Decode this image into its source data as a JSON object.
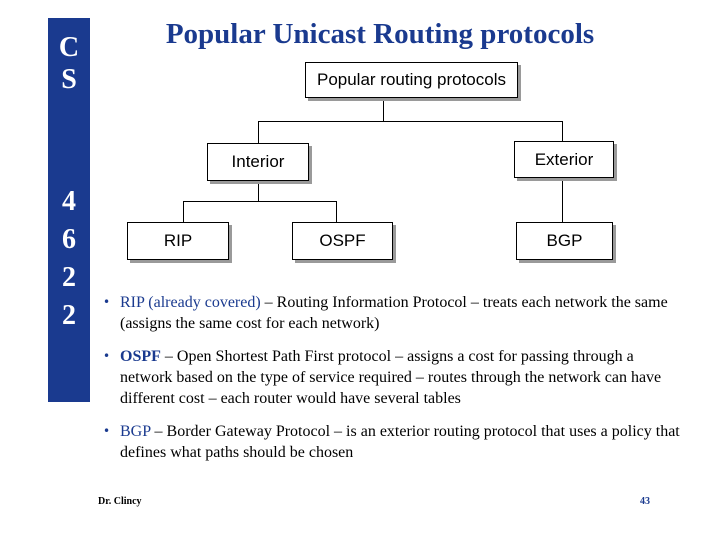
{
  "sidebar": {
    "letters": [
      "C",
      "S",
      "4",
      "6",
      "2",
      "2"
    ]
  },
  "title": "Popular Unicast Routing protocols",
  "diagram": {
    "root": "Popular routing protocols",
    "interior": "Interior",
    "exterior": "Exterior",
    "rip": "RIP",
    "ospf": "OSPF",
    "bgp": "BGP"
  },
  "bullets": [
    {
      "term": "RIP (already covered)",
      "text": " – Routing Information Protocol – treats each network the same (assigns the same cost for each network)"
    },
    {
      "term": "OSPF",
      "text": " – Open Shortest Path First protocol – assigns a cost for passing through a network based on the type of service required – routes through the network can have different cost – each router would have several tables"
    },
    {
      "term": "BGP",
      "text": " – Border Gateway Protocol – is an exterior routing protocol that uses a policy that defines what paths should be chosen"
    }
  ],
  "footer": {
    "author": "Dr. Clincy",
    "page": "43"
  },
  "colors": {
    "accent": "#1a3a8f"
  }
}
